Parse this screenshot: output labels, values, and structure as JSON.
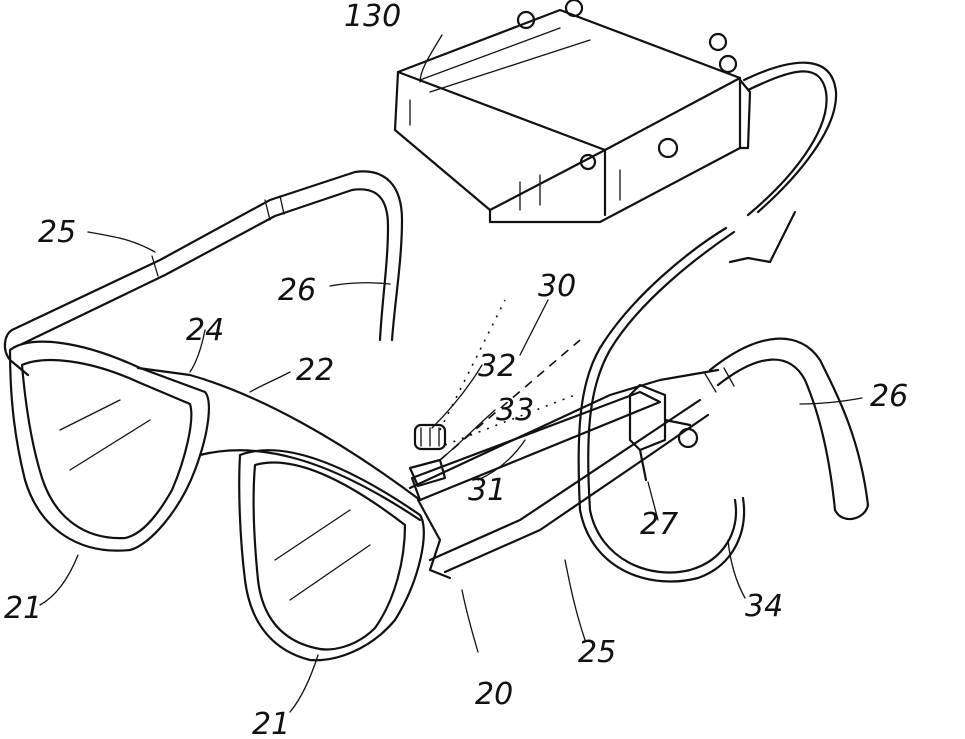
{
  "figure": {
    "labels": {
      "box": "130",
      "temple_left": "25",
      "earpiece_left": "26",
      "bridge": "24",
      "frame_top": "22",
      "laser_assembly": "30",
      "emitter": "32",
      "lens_element": "33",
      "arm": "31",
      "clamp": "27",
      "earpiece_right": "26",
      "lens_left": "21",
      "lens_right": "21",
      "frame": "20",
      "temple_right": "25",
      "cable": "34"
    }
  }
}
